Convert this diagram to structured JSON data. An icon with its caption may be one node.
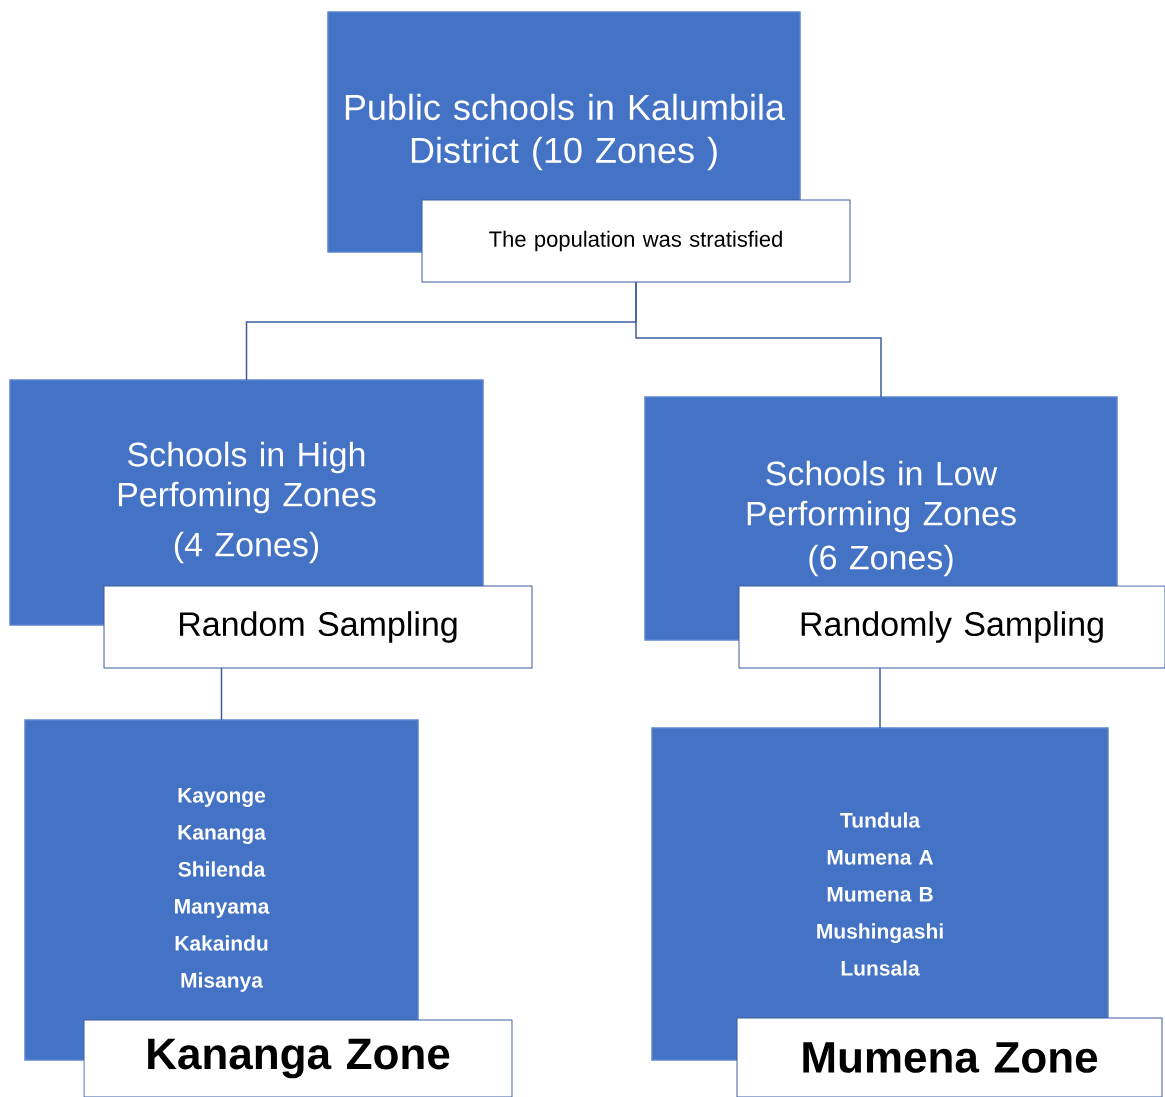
{
  "diagram": {
    "nodes": [
      {
        "text": [
          "Public schools in Kalumbila District (10 Zones )"
        ]
      },
      {
        "text": [
          "The  population was stratisfied"
        ]
      },
      {
        "text": [
          "Schools in High Perfoming Zones",
          "(4 Zones)"
        ]
      },
      {
        "text": [
          "Random Sampling"
        ]
      },
      {
        "text": [
          "Schools in Low Performing Zones",
          "(6 Zones)"
        ]
      },
      {
        "text": [
          "Randomly Sampling"
        ]
      },
      {
        "text": [
          "Kayonge",
          "Kananga",
          "Shilenda",
          "Manyama",
          "Kakaindu",
          "Misanya"
        ]
      },
      {
        "text": [
          "Kananga Zone"
        ]
      },
      {
        "text": [
          "Tundula",
          "Mumena A",
          "Mumena B",
          "Mushingashi",
          "Lunsala"
        ]
      },
      {
        "text": [
          "Mumena Zone"
        ]
      }
    ],
    "edges": [
      {
        "from": 1,
        "to": 2,
        "arrow": "none"
      },
      {
        "from": 1,
        "to": 4,
        "arrow": "none"
      },
      {
        "from": 3,
        "to": 6,
        "arrow": "none"
      },
      {
        "from": 5,
        "to": 8,
        "arrow": "none"
      }
    ]
  }
}
